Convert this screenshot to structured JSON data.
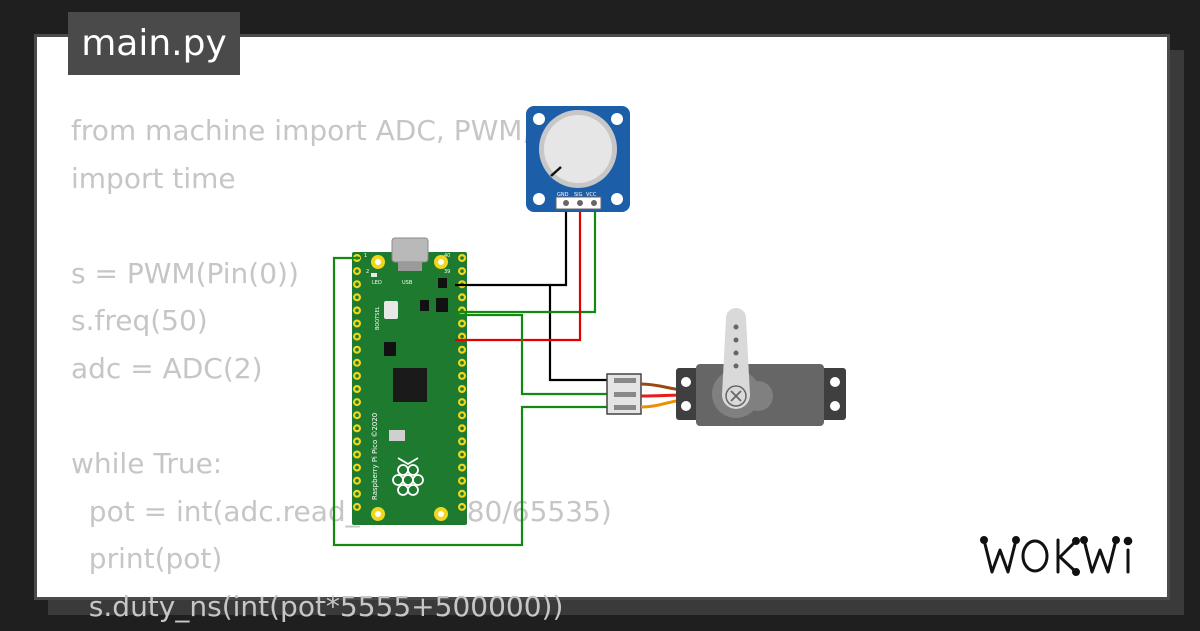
{
  "tab": {
    "filename": "main.py"
  },
  "code": {
    "lines": [
      "from machine import ADC, PWM, Pin",
      "import time",
      "",
      "s = PWM(Pin(0))",
      "s.freq(50)",
      "adc = ADC(2)",
      "",
      "while True:",
      "  pot = int(adc.read_u16()*180/65535)",
      "  print(pot)",
      "  s.duty_ns(int(pot*5555+500000))"
    ]
  },
  "pico": {
    "labels": {
      "led": "LED",
      "usb": "USB",
      "bootsel": "BOOTSEL",
      "board_name": "Raspberry Pi Pico ©2020",
      "pin1": "1",
      "pin2": "2",
      "pin39": "39",
      "pin40": "40"
    }
  },
  "potentiometer": {
    "pins": [
      "GND",
      "SIG",
      "VCC"
    ]
  },
  "brand": {
    "logo_text": "WOKWI"
  },
  "colors": {
    "pico_green": "#1e7a2e",
    "pot_blue": "#1d5ea8",
    "wire_black": "#000000",
    "wire_red": "#e00000",
    "wire_green": "#128a12",
    "servo_gray": "#666666"
  }
}
